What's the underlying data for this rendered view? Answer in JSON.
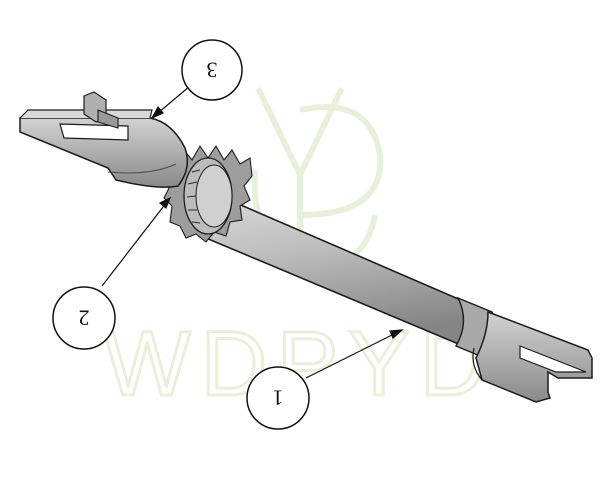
{
  "watermark": {
    "text": "WDPYD",
    "color": "#e6efd6"
  },
  "callouts": [
    {
      "id": "callout-3",
      "label": "3",
      "part": "left-fork-end"
    },
    {
      "id": "callout-2",
      "label": "2",
      "part": "star-wheel"
    },
    {
      "id": "callout-1",
      "label": "1",
      "part": "adjuster-sleeve"
    }
  ],
  "colors": {
    "part_fill": "#b9b9b9",
    "part_dark": "#8e8e8e",
    "part_light": "#d6d6d6",
    "outline": "#1c1c1c",
    "leader": "#111111"
  }
}
